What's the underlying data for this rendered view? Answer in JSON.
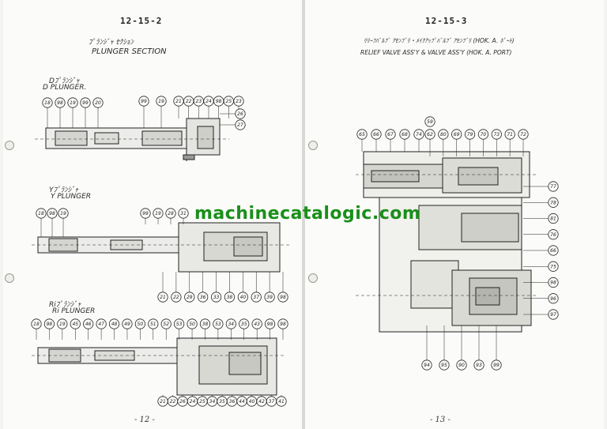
{
  "left_page": {
    "header": "12-15-2",
    "section_title_jp": "ﾌﾟﾗﾝｼﾞｬ ｾｸｼｮﾝ",
    "section_title": "PLUNGER SECTION",
    "d_plunger": {
      "label_jp": "Dﾌﾟﾗﾝｼﾞｬ",
      "label": "D PLUNGER.",
      "callouts_top": [
        "18",
        "98",
        "19",
        "99",
        "20",
        "99",
        "19",
        "21",
        "22",
        "23",
        "24",
        "98",
        "25",
        "23"
      ],
      "callouts_right": [
        "26",
        "27"
      ]
    },
    "y_plunger": {
      "label_jp": "Yﾌﾟﾗﾝｼﾞｬ",
      "label": "Y PLUNGER",
      "callouts_top": [
        "18",
        "98",
        "19",
        "99",
        "19",
        "28",
        "31"
      ],
      "callouts_bottom": [
        "21",
        "22",
        "29",
        "36",
        "33",
        "38",
        "40",
        "37",
        "39",
        "98"
      ]
    },
    "ri_plunger": {
      "label_jp": "Riﾌﾟﾗﾝｼﾞｬ",
      "label": "Ri PLUNGER",
      "callouts_top": [
        "18",
        "98",
        "19",
        "45",
        "46",
        "47",
        "48",
        "49",
        "50",
        "51",
        "52",
        "53",
        "50",
        "38",
        "53",
        "34",
        "35",
        "43",
        "98",
        "98"
      ],
      "callouts_bottom": [
        "21",
        "22",
        "26",
        "24",
        "25",
        "34",
        "35",
        "36",
        "44",
        "40",
        "42",
        "37",
        "41"
      ]
    },
    "page_number": "- 12 -"
  },
  "right_page": {
    "header": "12-15-3",
    "section_title_jp": "ﾘﾘｰﾌﾊﾞﾙﾌﾞ ｱｾﾝﾌﾞﾘ・ﾒｲｸｱｯﾌﾟﾊﾞﾙﾌﾞ ｱｾﾝﾌﾞﾘ (HOK. A. ﾎﾟｰﾄ)",
    "section_title": "RELIEF VALVE ASS'Y & VALVE ASS'Y (HOK. A. PORT)",
    "callouts_top": [
      "65",
      "66",
      "67",
      "68",
      "74",
      "59",
      "62",
      "80",
      "69",
      "79",
      "70",
      "73",
      "71",
      "72"
    ],
    "callouts_right": [
      "77",
      "78",
      "81",
      "76",
      "66",
      "75",
      "98",
      "96",
      "97"
    ],
    "callouts_bottom": [
      "94",
      "95",
      "90",
      "93",
      "99"
    ],
    "page_number": "- 13 -"
  },
  "watermark": "machinecatalogic.com",
  "icons": {
    "binder_hole": "circle-hole-icon"
  }
}
